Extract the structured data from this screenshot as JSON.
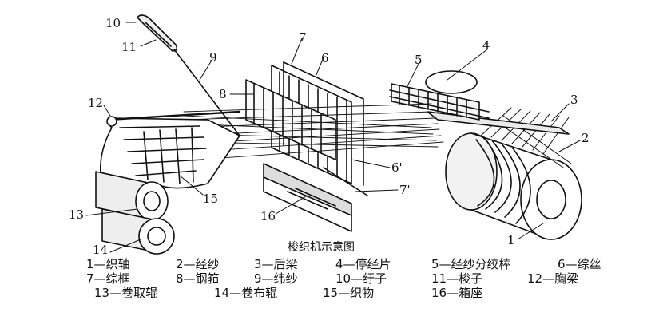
{
  "caption": "梭织机示意图",
  "callouts": [
    "1",
    "2",
    "3",
    "4",
    "5",
    "6",
    "6'",
    "7",
    "7'",
    "8",
    "9",
    "10",
    "11",
    "12",
    "13",
    "14",
    "15",
    "16"
  ],
  "legend": [
    "1—织轴",
    "2—经纱",
    "3—后梁",
    "4—停经片",
    "5—经纱分绞棒",
    "6—综丝",
    "7—综框",
    "8—钢筘",
    "9—纬纱",
    "10—纡子",
    "11—梭子",
    "12—胸梁",
    "13—卷取辊",
    "14—卷布辊",
    "15—织物",
    "16—箱座"
  ]
}
